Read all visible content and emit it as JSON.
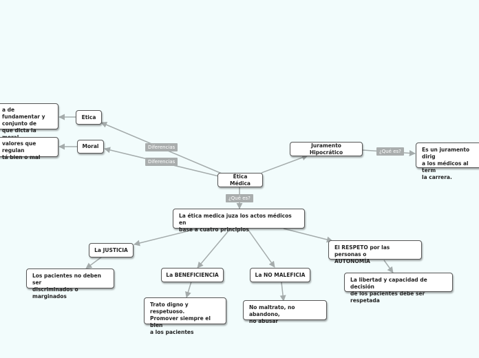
{
  "nodes": {
    "root": "Ética Médica",
    "etica": "Etica",
    "moral": "Moral",
    "etica_def": "a de fundamentar y\nconjunto de\nque dicta la moral",
    "moral_def": "valores que regulan\ntá bien o mal",
    "juramento": "Juramento Hipocrático",
    "juramento_def": "Es un juramento dirig\na los médicos al term\nla carrera.",
    "principios": "La ética medica juza los actos médicos en\nbase a cuatro principios",
    "justicia": "La JUSTICIA",
    "justicia_def": "Los pacientes no deben ser\ndiscriminados o marginados",
    "beneficiencia": "La BENEFICIENCIA",
    "beneficiencia_def": "Trato digno y respetuoso.\nPromover siempre el bien\na los pacientes",
    "no_maleficia": "La NO MALEFICIA",
    "no_maleficia_def": "No maltrato, no abandono,\nno abusar",
    "autonomia": "El RESPETO por las personas o\nAUTONOMÍA",
    "autonomia_def": "La libertad y capacidad de decisión\nde los pacientes debe ser respetada"
  },
  "labels": {
    "diferencias_1": "Diferencias",
    "diferencias_2": "Diferencias",
    "que_es_juramento": "¿Qué es?",
    "que_es_root": "¿Qué es?"
  },
  "colors": {
    "background": "#f2fcfc",
    "connector": "#a4abab",
    "label_bg": "#a9adad"
  }
}
